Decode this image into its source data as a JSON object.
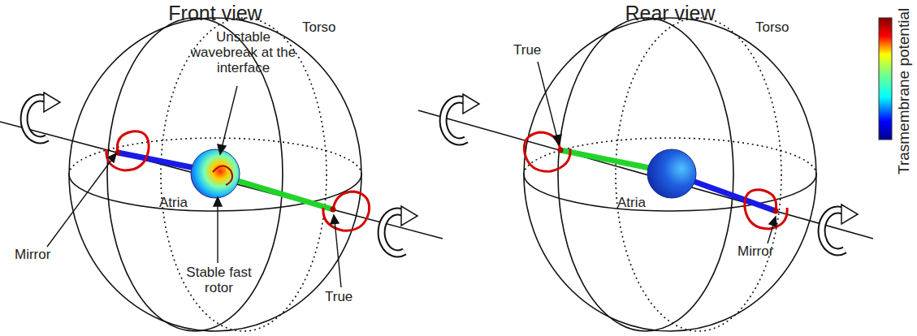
{
  "diagram": {
    "labels": [
      "Front view",
      "Unstable wavebreak at the interface",
      "Torso",
      "Mirror",
      "Atria",
      "Stable fast rotor",
      "True",
      "Rear view",
      "True",
      "Torso",
      "Atria",
      "Mirror"
    ],
    "legend": [
      {
        "text": "Trasmembrane potential"
      }
    ]
  }
}
